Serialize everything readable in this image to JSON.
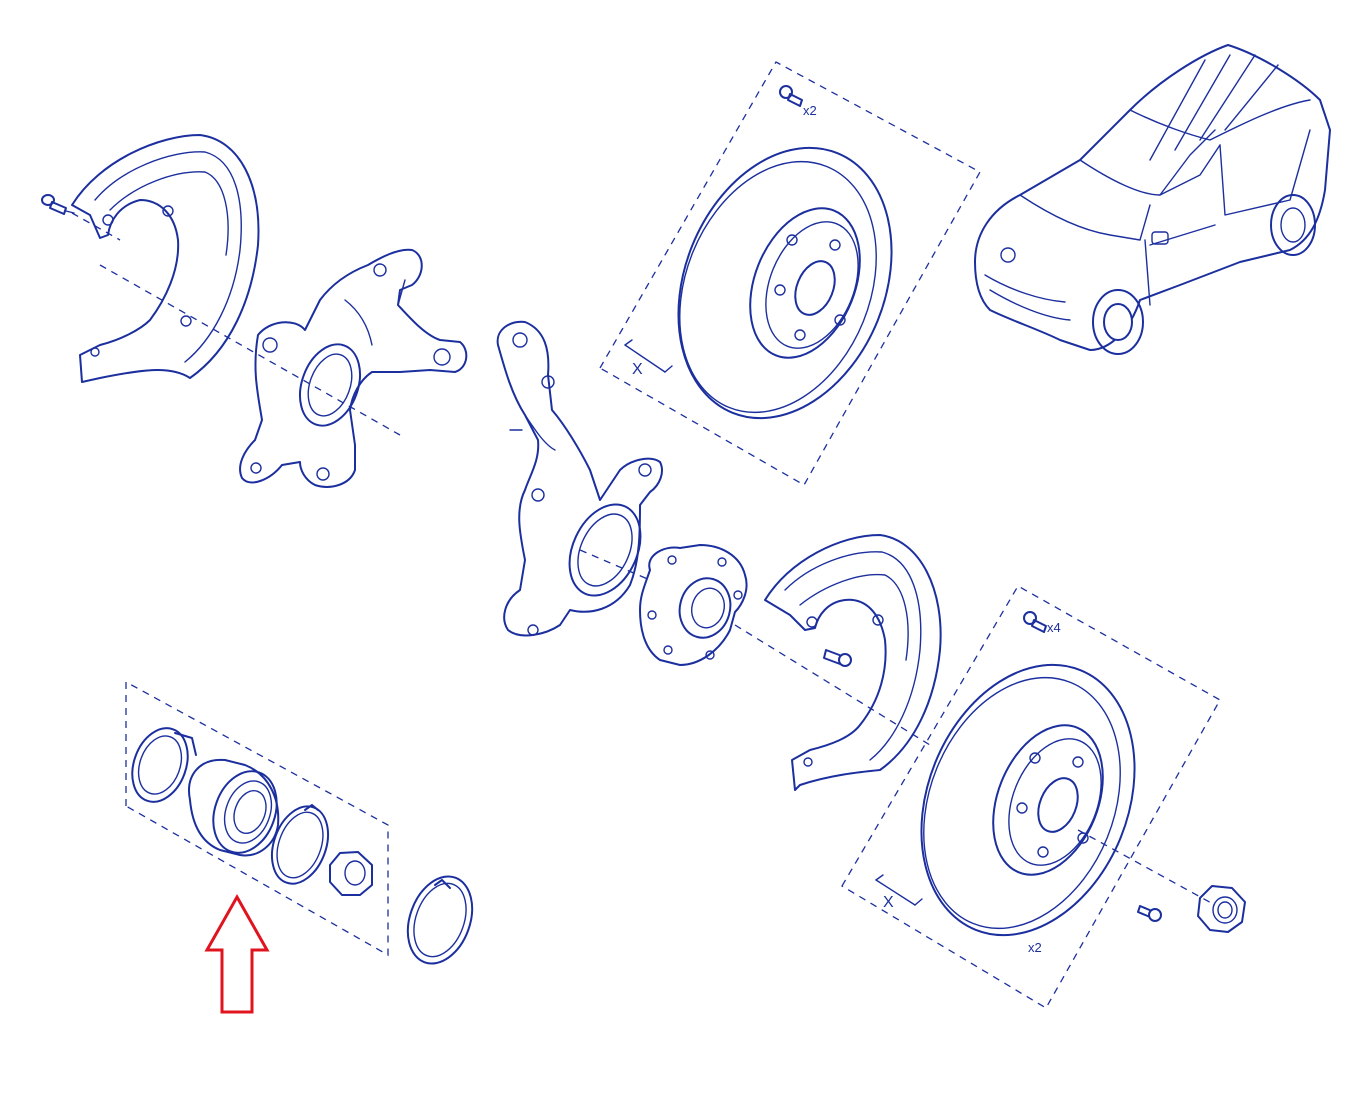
{
  "labels": {
    "top_disc_screw_qty": "x2",
    "top_disc_dimension": "X",
    "bottom_disc_screw_qty": "x4",
    "bottom_disc_dimension": "X",
    "bottom_disc_qty": "x2"
  },
  "colors": {
    "line": "#1c2f9e",
    "highlight_arrow": "#e0141e",
    "background": "#ffffff"
  },
  "icons": {
    "highlight": "arrow-up-icon"
  }
}
